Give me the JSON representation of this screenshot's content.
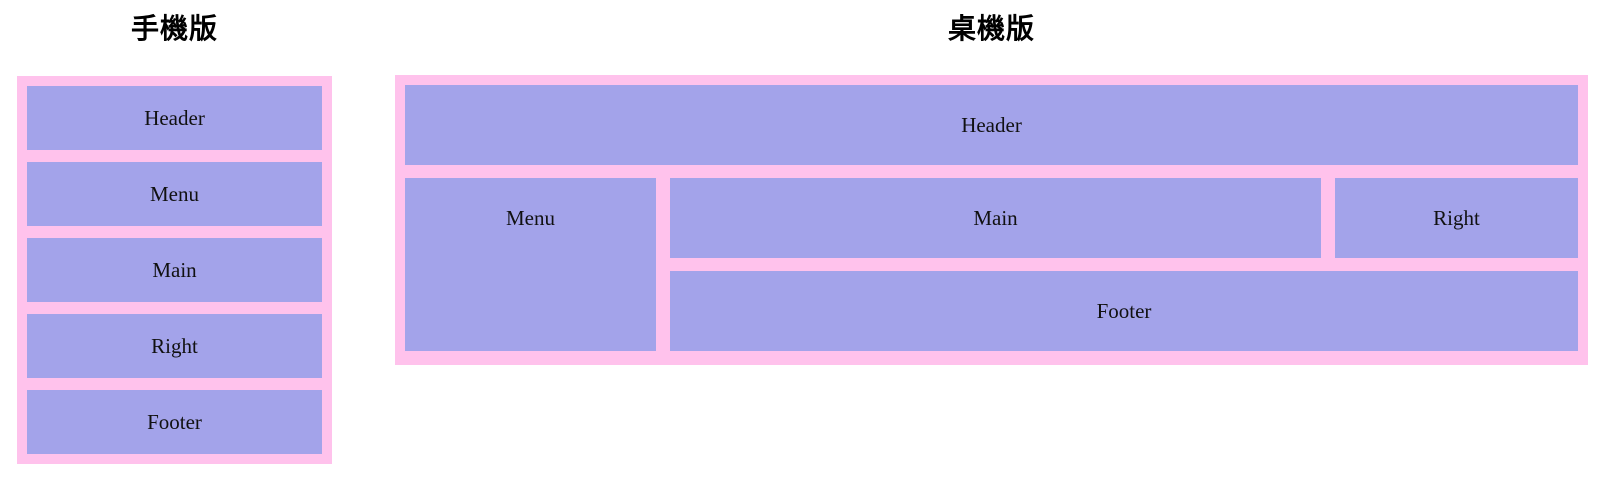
{
  "colors": {
    "page_background": "#ffffff",
    "container_pink": "#ffc2ec",
    "block_purple": "#a3a3ea",
    "label_text": "#111111",
    "title_text": "#000000"
  },
  "mobile": {
    "title": "手機版",
    "blocks": [
      {
        "label": "Header"
      },
      {
        "label": "Menu"
      },
      {
        "label": "Main"
      },
      {
        "label": "Right"
      },
      {
        "label": "Footer"
      }
    ]
  },
  "desktop": {
    "title": "桌機版",
    "blocks": {
      "header": "Header",
      "menu": "Menu",
      "main": "Main",
      "right": "Right",
      "footer": "Footer"
    }
  }
}
